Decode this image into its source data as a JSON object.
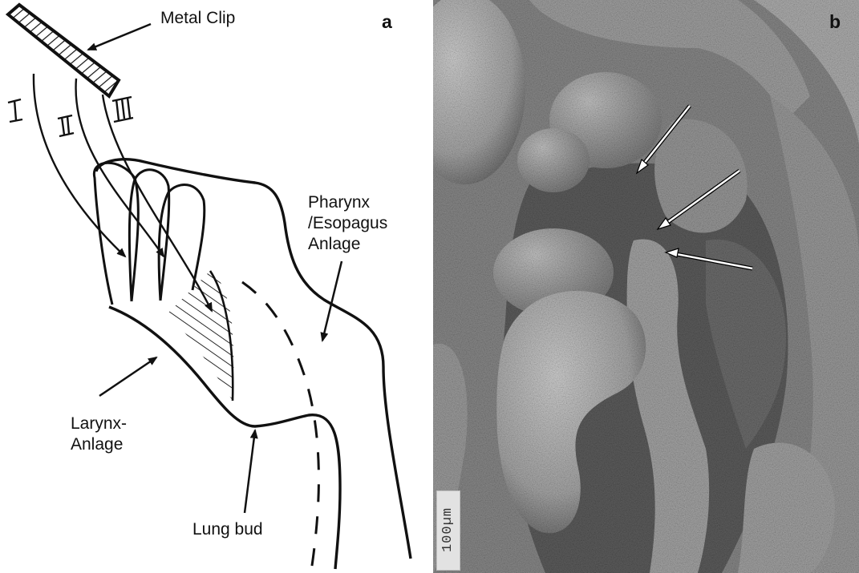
{
  "panel_a": {
    "letter": "a",
    "labels": {
      "metal_clip": "Metal Clip",
      "pharynx_lines": [
        "Pharynx",
        "/Esopagus",
        "Anlage"
      ],
      "larynx_lines": [
        "Larynx-",
        "Anlage"
      ],
      "lung_bud": "Lung bud"
    },
    "roman_marks": [
      "I",
      "II",
      "III"
    ]
  },
  "panel_b": {
    "letter": "b",
    "scale_bar_text": "100µm"
  },
  "colors": {
    "ink": "#111111",
    "sem_background": "#8e8e8e",
    "sem_tissue": "#b4b4b4"
  }
}
